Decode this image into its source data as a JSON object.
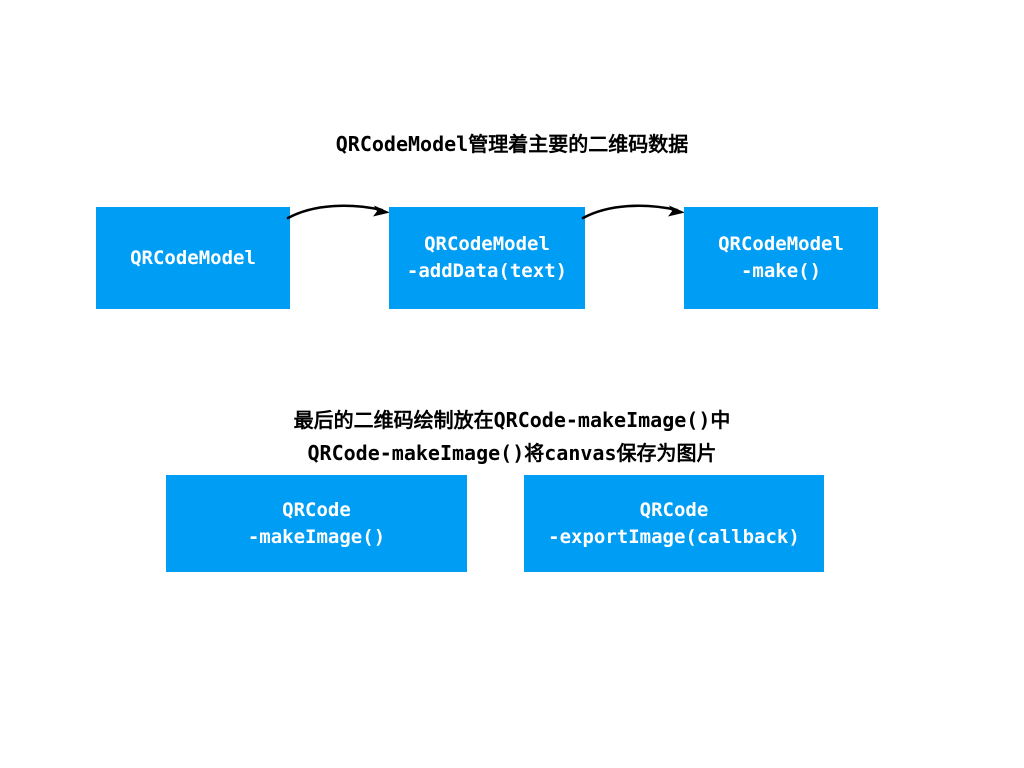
{
  "slide": {
    "background_color": "#ffffff",
    "accent_color": "#009DF5",
    "text_color_on_accent": "#ffffff",
    "text_color": "#000000"
  },
  "title": {
    "text": "QRCodeModel管理着主要的二维码数据"
  },
  "flow_top": {
    "nodes": [
      {
        "id": "qrcodemodel",
        "lines": [
          "QRCodeModel"
        ]
      },
      {
        "id": "qrcodemodel-adddata",
        "lines": [
          "QRCodeModel",
          "-addData(text)"
        ]
      },
      {
        "id": "qrcodemodel-make",
        "lines": [
          "QRCodeModel",
          "-make()"
        ]
      }
    ],
    "connectors": [
      {
        "id": "arrow-model-to-adddata",
        "style": "curved-arrow",
        "direction": "right"
      },
      {
        "id": "arrow-adddata-to-make",
        "style": "curved-arrow",
        "direction": "right"
      }
    ]
  },
  "caption": {
    "lines": [
      "最后的二维码绘制放在QRCode-makeImage()中",
      "QRCode-makeImage()将canvas保存为图片"
    ]
  },
  "flow_bottom": {
    "nodes": [
      {
        "id": "qrcode-makeimage",
        "lines": [
          "QRCode",
          "-makeImage()"
        ]
      },
      {
        "id": "qrcode-exportimage",
        "lines": [
          "QRCode",
          "-exportImage(callback)"
        ]
      }
    ]
  }
}
